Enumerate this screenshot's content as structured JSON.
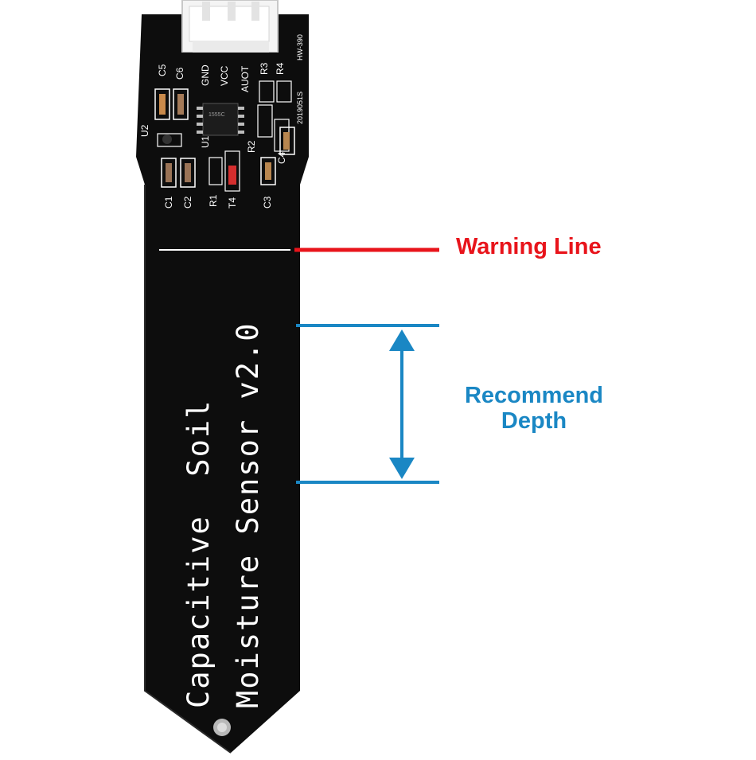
{
  "board": {
    "title_line1": "Capacitive  Soil",
    "title_line2": "Moisture Sensor v2.0",
    "model": "HW-390",
    "date_code": "2019051S",
    "pins": [
      "GND",
      "VCC",
      "AUOT"
    ],
    "components": [
      "C5",
      "C6",
      "U2",
      "U1",
      "C1",
      "C2",
      "R1",
      "T4",
      "R2",
      "R3",
      "R4",
      "C3",
      "C4"
    ],
    "chip_text": "1555C"
  },
  "annotations": {
    "warning": "Warning Line",
    "depth_line1": "Recommend",
    "depth_line2": "Depth"
  },
  "colors": {
    "pcb": "#0d0d0d",
    "warning": "#e8141b",
    "depth": "#1a87c4"
  }
}
